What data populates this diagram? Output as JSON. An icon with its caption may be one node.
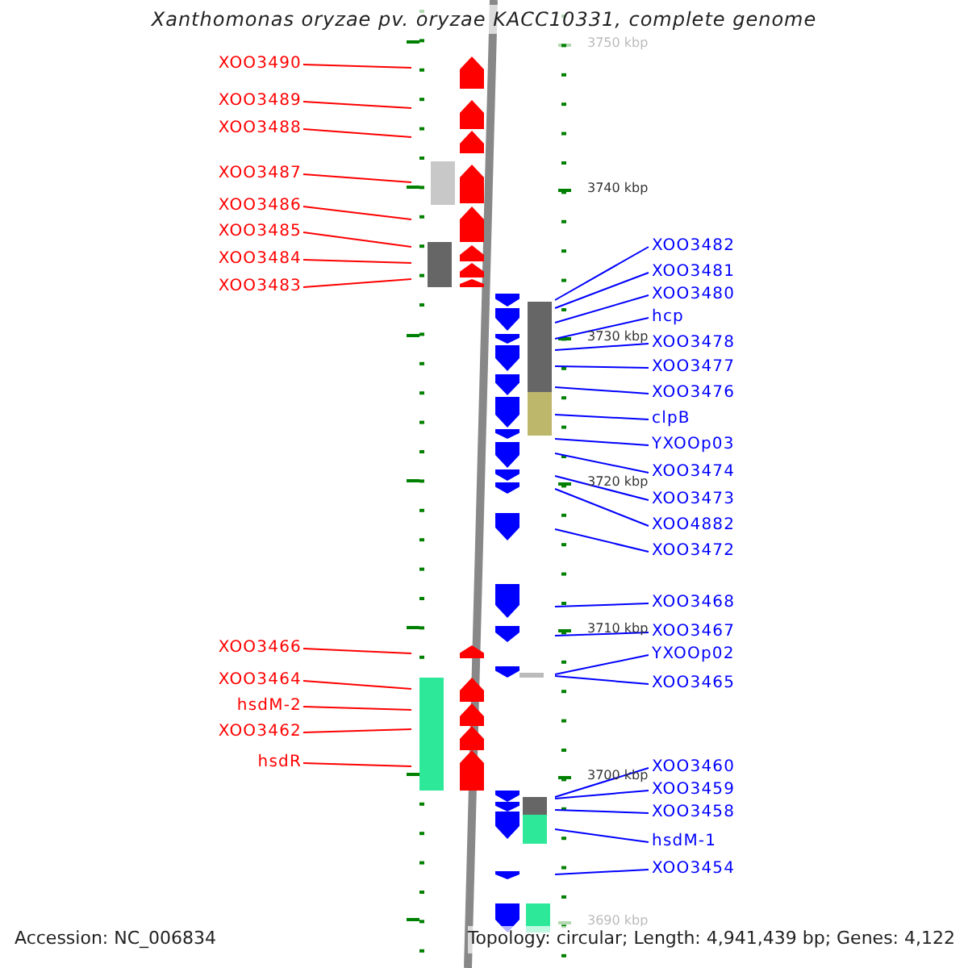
{
  "diagram": {
    "title": "Xanthomonas oryzae pv. oryzae KACC10331, complete genome",
    "nodes": [
      {
        "text": [
          "XOO3490"
        ]
      },
      {
        "text": [
          "XOO3489"
        ]
      },
      {
        "text": [
          "XOO3488"
        ]
      },
      {
        "text": [
          "XOO3487"
        ]
      },
      {
        "text": [
          "XOO3486"
        ]
      },
      {
        "text": [
          "XOO3485"
        ]
      },
      {
        "text": [
          "XOO3484"
        ]
      },
      {
        "text": [
          "XOO3483"
        ]
      },
      {
        "text": [
          "XOO3482"
        ]
      },
      {
        "text": [
          "XOO3481"
        ]
      },
      {
        "text": [
          "XOO3480"
        ]
      },
      {
        "text": [
          "hcp"
        ]
      },
      {
        "text": [
          "XOO3478"
        ]
      },
      {
        "text": [
          "XOO3477"
        ]
      },
      {
        "text": [
          "XOO3476"
        ]
      },
      {
        "text": [
          "clpB"
        ]
      },
      {
        "text": [
          "YXOOp03"
        ]
      },
      {
        "text": [
          "XOO3474"
        ]
      },
      {
        "text": [
          "XOO3473"
        ]
      },
      {
        "text": [
          "XOO4882"
        ]
      },
      {
        "text": [
          "XOO3472"
        ]
      },
      {
        "text": [
          "XOO3468"
        ]
      },
      {
        "text": [
          "XOO3467"
        ]
      },
      {
        "text": [
          "YXOOp02"
        ]
      },
      {
        "text": [
          "XOO3465"
        ]
      },
      {
        "text": [
          "XOO3466"
        ]
      },
      {
        "text": [
          "XOO3464"
        ]
      },
      {
        "text": [
          "hsdM-2"
        ]
      },
      {
        "text": [
          "XOO3462"
        ]
      },
      {
        "text": [
          "hsdR"
        ]
      },
      {
        "text": [
          "XOO3460"
        ]
      },
      {
        "text": [
          "XOO3459"
        ]
      },
      {
        "text": [
          "XOO3458"
        ]
      },
      {
        "text": [
          "hsdM-1"
        ]
      },
      {
        "text": [
          "XOO3454"
        ]
      }
    ],
    "edges": [
      {
        "from": 0,
        "to": null,
        "arrow": "none",
        "color": "#ff0000"
      },
      {
        "from": 1,
        "to": null,
        "arrow": "none",
        "color": "#ff0000"
      },
      {
        "from": 2,
        "to": null,
        "arrow": "none",
        "color": "#ff0000"
      },
      {
        "from": 3,
        "to": null,
        "arrow": "none",
        "color": "#ff0000"
      },
      {
        "from": 4,
        "to": null,
        "arrow": "none",
        "color": "#ff0000"
      },
      {
        "from": 5,
        "to": null,
        "arrow": "none",
        "color": "#ff0000"
      },
      {
        "from": 6,
        "to": null,
        "arrow": "none",
        "color": "#ff0000"
      },
      {
        "from": 7,
        "to": null,
        "arrow": "none",
        "color": "#ff0000"
      },
      {
        "from": 8,
        "to": null,
        "arrow": "none"
      },
      {
        "from": 9,
        "to": null,
        "arrow": "none"
      },
      {
        "from": 10,
        "to": null,
        "arrow": "none"
      },
      {
        "from": 11,
        "to": null,
        "arrow": "none"
      },
      {
        "from": 12,
        "to": null,
        "arrow": "none"
      },
      {
        "from": 13,
        "to": null,
        "arrow": "none"
      },
      {
        "from": 14,
        "to": null,
        "arrow": "none"
      },
      {
        "from": 15,
        "to": null,
        "arrow": "none"
      },
      {
        "from": 16,
        "to": null,
        "arrow": "none"
      },
      {
        "from": 17,
        "to": null,
        "arrow": "none"
      },
      {
        "from": 18,
        "to": null,
        "arrow": "none"
      },
      {
        "from": 19,
        "to": null,
        "arrow": "none"
      },
      {
        "from": 20,
        "to": null,
        "arrow": "none"
      },
      {
        "from": 21,
        "to": null,
        "arrow": "none"
      },
      {
        "from": 22,
        "to": null,
        "arrow": "none"
      },
      {
        "from": 23,
        "to": null,
        "arrow": "none"
      },
      {
        "from": 24,
        "to": null,
        "arrow": "none"
      },
      {
        "from": 25,
        "to": null,
        "arrow": "none",
        "color": "#ff0000"
      },
      {
        "from": 26,
        "to": null,
        "arrow": "none",
        "color": "#ff0000"
      },
      {
        "from": 27,
        "to": null,
        "arrow": "none",
        "color": "#ff0000"
      },
      {
        "from": 28,
        "to": null,
        "arrow": "none",
        "color": "#ff0000"
      },
      {
        "from": 29,
        "to": null,
        "arrow": "none",
        "color": "#ff0000"
      },
      {
        "from": 30,
        "to": null,
        "arrow": "none"
      },
      {
        "from": 31,
        "to": null,
        "arrow": "none"
      },
      {
        "from": 32,
        "to": null,
        "arrow": "none"
      },
      {
        "from": 33,
        "to": null,
        "arrow": "none"
      },
      {
        "from": 34,
        "to": null,
        "arrow": "none"
      }
    ],
    "labels": [
      "3750 kbp",
      "3740 kbp",
      "3730 kbp",
      "3720 kbp",
      "3710 kbp",
      "3700 kbp",
      "3690 kbp",
      "Accession: NC_006834",
      "Topology: circular; Length: 4,941,439 bp; Genes: 4,122"
    ]
  }
}
